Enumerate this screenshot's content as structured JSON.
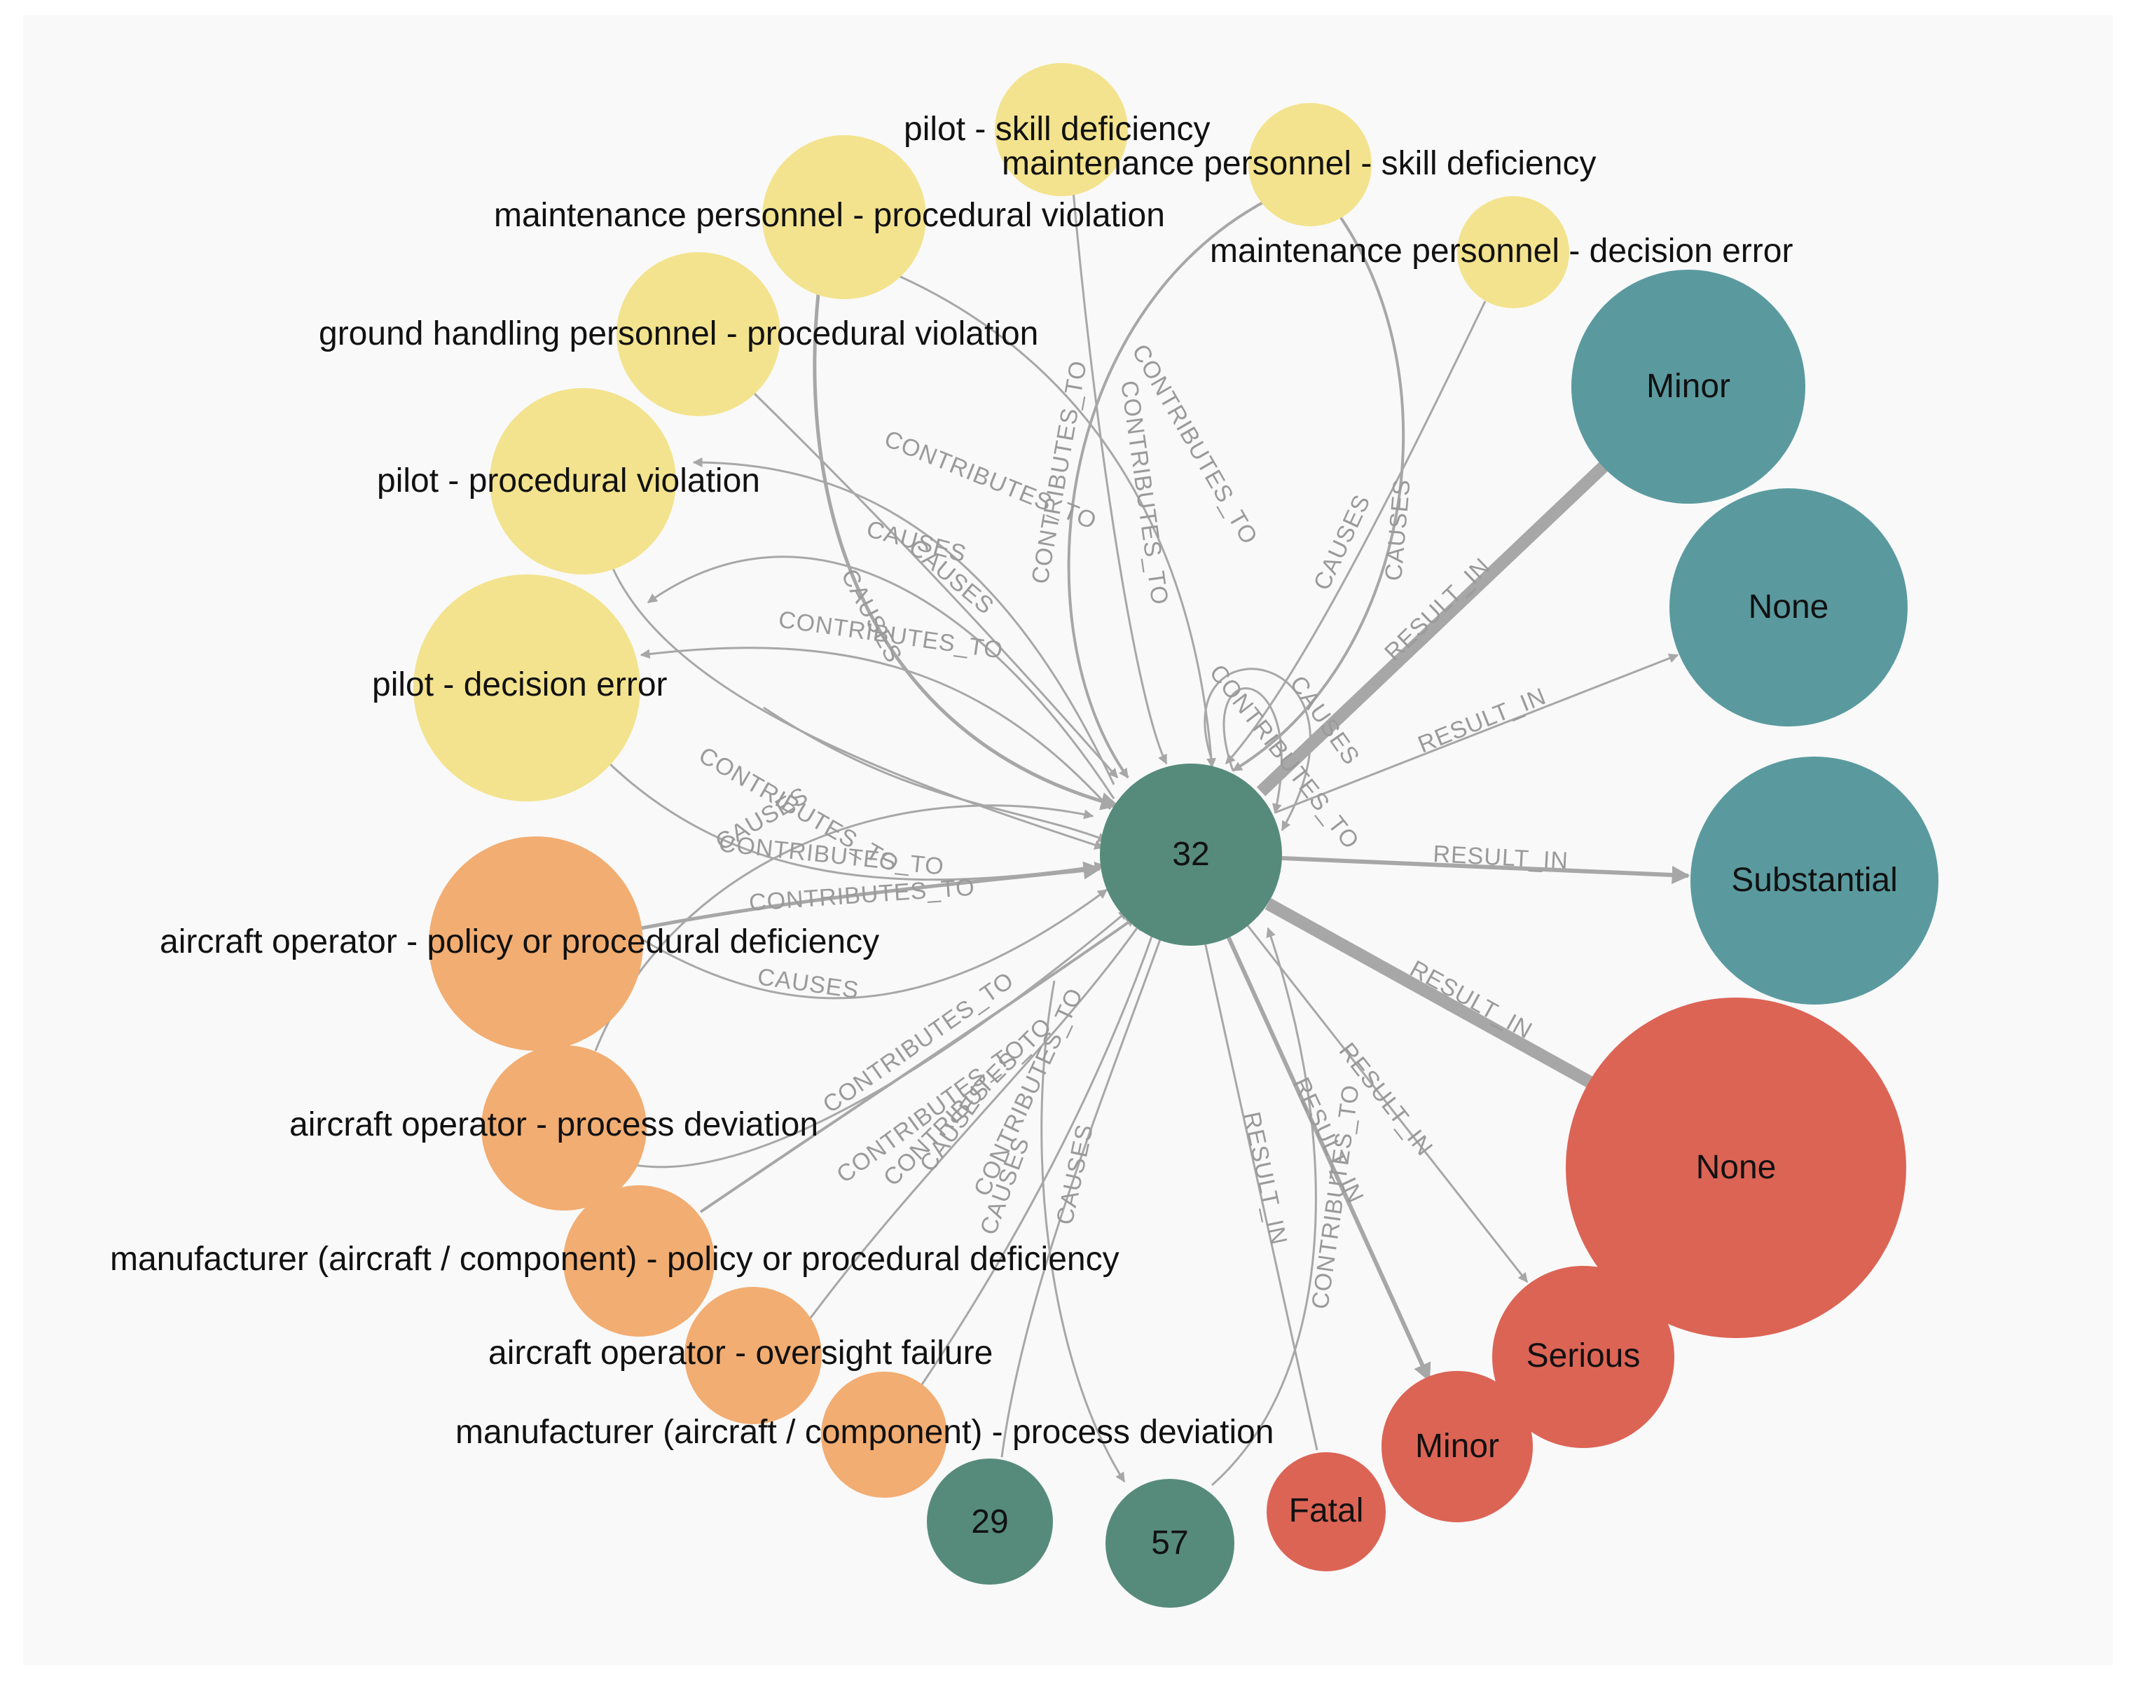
{
  "colors": {
    "agent_node": "#f3e38e",
    "org_node": "#f2ad72",
    "event_node": "#568b7b",
    "damage_node": "#5a9a9f",
    "injury_node": "#dc6455",
    "edge": "#a7a7a7",
    "edge_label": "#9a9a9a",
    "background": "#f9f9f9"
  },
  "nodes": [
    {
      "id": "pilot-skill",
      "label": "pilot - skill deficiency",
      "group": "agent"
    },
    {
      "id": "maint-skill",
      "label": "maintenance personnel - skill deficiency",
      "group": "agent"
    },
    {
      "id": "maint-procedural",
      "label": "maintenance personnel - procedural violation",
      "group": "agent"
    },
    {
      "id": "maint-decision",
      "label": "maintenance personnel - decision error",
      "group": "agent"
    },
    {
      "id": "ground-procedural",
      "label": "ground handling personnel - procedural violation",
      "group": "agent"
    },
    {
      "id": "pilot-procedural",
      "label": "pilot - procedural violation",
      "group": "agent"
    },
    {
      "id": "pilot-decision",
      "label": "pilot - decision error",
      "group": "agent"
    },
    {
      "id": "op-policy",
      "label": "aircraft operator - policy or procedural deficiency",
      "group": "org"
    },
    {
      "id": "op-process",
      "label": "aircraft operator - process deviation",
      "group": "org"
    },
    {
      "id": "mfr-policy",
      "label": "manufacturer (aircraft / component) - policy or procedural deficiency",
      "group": "org"
    },
    {
      "id": "op-oversight",
      "label": "aircraft operator - oversight failure",
      "group": "org"
    },
    {
      "id": "mfr-process",
      "label": "manufacturer (aircraft / component) - process deviation",
      "group": "org"
    },
    {
      "id": "e29",
      "label": "29",
      "group": "event"
    },
    {
      "id": "e57",
      "label": "57",
      "group": "event"
    },
    {
      "id": "e32",
      "label": "32",
      "group": "event"
    },
    {
      "id": "dmg-minor",
      "label": "Minor",
      "group": "damage"
    },
    {
      "id": "dmg-none",
      "label": "None",
      "group": "damage"
    },
    {
      "id": "dmg-substantial",
      "label": "Substantial",
      "group": "damage"
    },
    {
      "id": "inj-none",
      "label": "None",
      "group": "injury"
    },
    {
      "id": "inj-serious",
      "label": "Serious",
      "group": "injury"
    },
    {
      "id": "inj-minor",
      "label": "Minor",
      "group": "injury"
    },
    {
      "id": "inj-fatal",
      "label": "Fatal",
      "group": "injury"
    }
  ],
  "edges": [
    {
      "from": "maint-procedural",
      "to": "e32",
      "label": "CONTRIBUTES_TO"
    },
    {
      "from": "pilot-skill",
      "to": "e32",
      "label": "CONTRIBUTES_TO"
    },
    {
      "from": "maint-skill",
      "to": "e32",
      "label": "CONTRIBUTES_TO"
    },
    {
      "from": "maint-skill",
      "to": "e32",
      "label": "CAUSES"
    },
    {
      "from": "maint-decision",
      "to": "e32",
      "label": "CAUSES"
    },
    {
      "from": "ground-procedural",
      "to": "e32",
      "label": "CAUSES"
    },
    {
      "from": "e32",
      "to": "pilot-procedural",
      "label": "CONTRIBUTES_TO"
    },
    {
      "from": "e32",
      "to": "pilot-decision",
      "label": "CAUSES"
    },
    {
      "from": "e32",
      "to": "pilot-decision",
      "label": "CONTRIBUTES_TO"
    },
    {
      "from": "pilot-decision",
      "to": "e32",
      "label": "CONTRIBUTES_TO"
    },
    {
      "from": "pilot-decision",
      "to": "e32",
      "label": "CAUSES"
    },
    {
      "from": "op-policy",
      "to": "e32",
      "label": "CONTRIBUTES_TO"
    },
    {
      "from": "op-policy",
      "to": "e32",
      "label": "CAUSES"
    },
    {
      "from": "op-process",
      "to": "e32",
      "label": "CONTRIBUTES_TO"
    },
    {
      "from": "mfr-policy",
      "to": "e32",
      "label": "CONTRIBUTES_TO"
    },
    {
      "from": "op-oversight",
      "to": "e32",
      "label": "CONTRIBUTES_TO"
    },
    {
      "from": "mfr-process",
      "to": "e32",
      "label": "CAUSES"
    },
    {
      "from": "e29",
      "to": "e32",
      "label": "CONTRIBUTES_TO"
    },
    {
      "from": "e32",
      "to": "e57",
      "label": "CAUSES"
    },
    {
      "from": "e32",
      "to": "e32",
      "label": "CAUSES"
    },
    {
      "from": "e32",
      "to": "e32",
      "label": "CONTRIBUTES_TO"
    },
    {
      "from": "e32",
      "to": "dmg-minor",
      "label": "RESULT_IN"
    },
    {
      "from": "e32",
      "to": "dmg-none",
      "label": "RESULT_IN"
    },
    {
      "from": "e32",
      "to": "dmg-substantial",
      "label": "RESULT_IN"
    },
    {
      "from": "e32",
      "to": "inj-none",
      "label": "RESULT_IN"
    },
    {
      "from": "e32",
      "to": "inj-serious",
      "label": "RESULT_IN"
    },
    {
      "from": "e32",
      "to": "inj-minor",
      "label": "RESULT_IN"
    },
    {
      "from": "e32",
      "to": "inj-fatal",
      "label": "RESULT_IN"
    },
    {
      "from": "e57",
      "to": "e32",
      "label": "CONTRIBUTES_TO"
    }
  ]
}
